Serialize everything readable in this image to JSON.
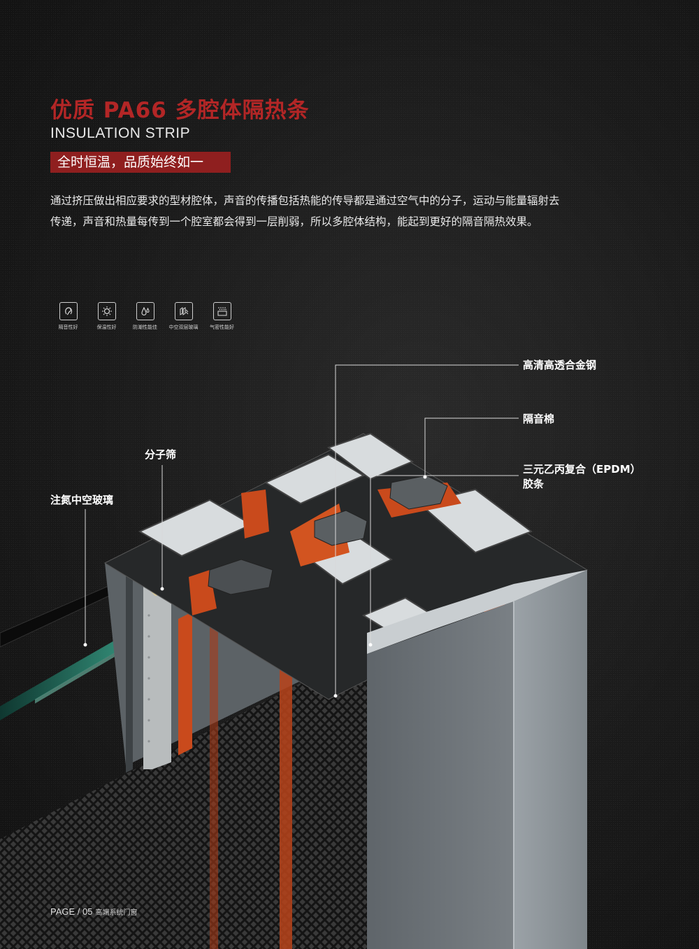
{
  "header": {
    "title": "优质 PA66 多腔体隔热条",
    "subtitle": "INSULATION STRIP",
    "tagline": "全时恒温，品质始终如一"
  },
  "description": "通过挤压做出相应要求的型材腔体，声音的传播包括热能的传导都是通过空气中的分子，运动与能量辐射去传递，声音和热量每传到一个腔室都会得到一层削弱，所以多腔体结构，能起到更好的隔音隔热效果。",
  "features": [
    {
      "label": "隔音性好",
      "icon": "ear-soundproof-icon"
    },
    {
      "label": "保温性好",
      "icon": "sun-insulation-icon"
    },
    {
      "label": "防潮性能佳",
      "icon": "water-drop-icon"
    },
    {
      "label": "中空双层玻璃",
      "icon": "double-glass-icon"
    },
    {
      "label": "气密性能好",
      "icon": "airtight-grid-icon"
    }
  ],
  "callouts": {
    "alloy": "高清高透合金钢",
    "sound_cotton": "隔音棉",
    "epdm_line1": "三元乙丙复合（EPDM）",
    "epdm_line2": "胶条",
    "sieve": "分子筛",
    "glass": "注氮中空玻璃"
  },
  "colors": {
    "accent_red": "#b32626",
    "tag_bg": "#8f1f1f",
    "insulation_orange": "#c94a1c",
    "aluminum": "#8d9499",
    "glass_green": "#2e8a73"
  },
  "footer": {
    "page": "PAGE / 05",
    "series": "高端系统门窗"
  }
}
